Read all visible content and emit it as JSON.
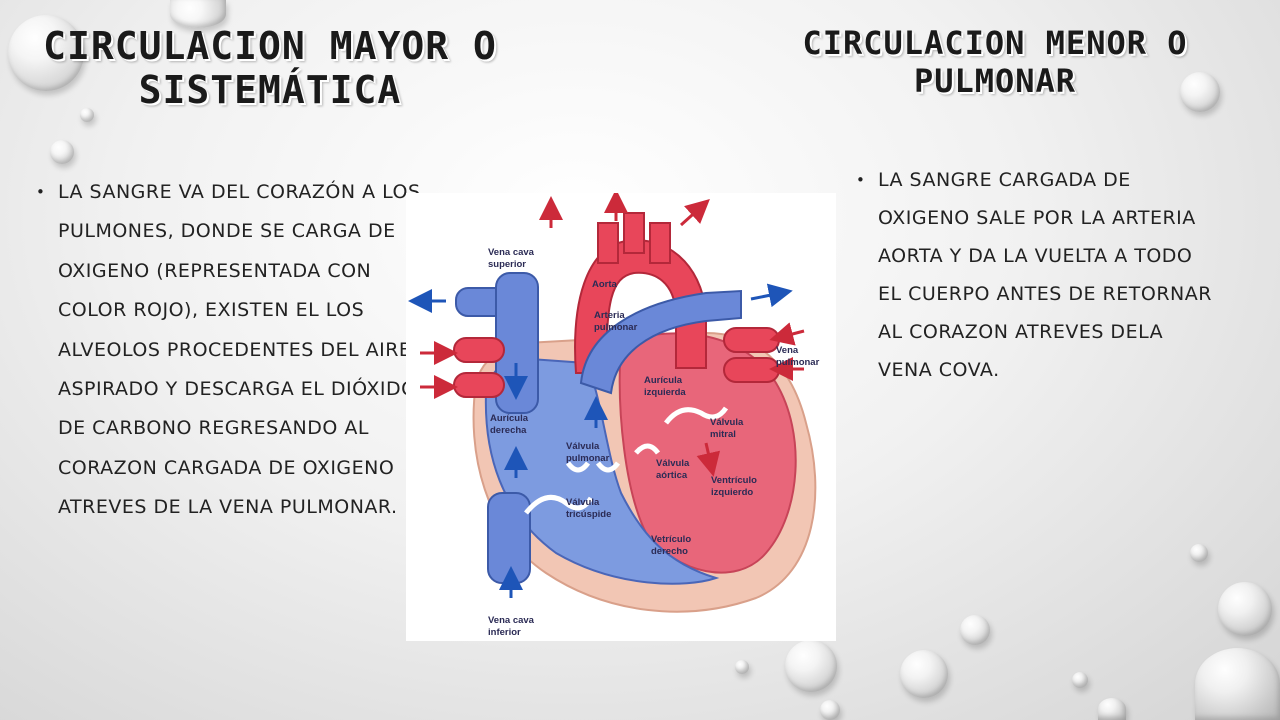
{
  "titles": {
    "left": "CIRCULACION MAYOR O SISTEMÁTICA",
    "right": "CIRCULACION MENOR O PULMONAR"
  },
  "bullets": {
    "left": "LA SANGRE VA DEL CORAZÓN A LOS PULMONES, DONDE SE CARGA DE OXIGENO (REPRESENTADA CON COLOR ROJO), EXISTEN EL LOS ALVEOLOS PROCEDENTES DEL AIRE ASPIRADO Y DESCARGA EL DIÓXIDO DE CARBONO REGRESANDO AL CORAZON CARGADA DE OXIGENO ATREVES DE LA VENA PULMONAR.",
    "right": "LA SANGRE CARGADA DE OXIGENO SALE POR LA ARTERIA AORTA Y DA LA VUELTA A TODO EL CUERPO ANTES DE RETORNAR AL CORAZON ATREVES DELA VENA COVA."
  },
  "heart_labels": {
    "vena_cava_superior_1": "Vena cava",
    "vena_cava_superior_2": "superior",
    "aorta": "Aorta",
    "arteria_pulmonar_1": "Arteria",
    "arteria_pulmonar_2": "pulmonar",
    "vena_pulmonar_1": "Vena",
    "vena_pulmonar_2": "pulmonar",
    "auricula_izquierda_1": "Aurícula",
    "auricula_izquierda_2": "izquierda",
    "auricula_derecha_1": "Aurícula",
    "auricula_derecha_2": "derecha",
    "valvula_pulmonar_1": "Válvula",
    "valvula_pulmonar_2": "pulmonar",
    "valvula_mitral_1": "Válvula",
    "valvula_mitral_2": "mitral",
    "valvula_aortica_1": "Válvula",
    "valvula_aortica_2": "aórtica",
    "ventriculo_izquierdo_1": "Ventrículo",
    "ventriculo_izquierdo_2": "izquierdo",
    "valvula_tricuspide_1": "Válvula",
    "valvula_tricuspide_2": "tricúspide",
    "ventriculo_derecho_1": "Vetrículo",
    "ventriculo_derecho_2": "derecho",
    "vena_cava_inferior_1": "Vena cava",
    "vena_cava_inferior_2": "inferior"
  },
  "colors": {
    "oxygenated": "#e0394e",
    "deoxygenated": "#5b7fd6",
    "heart_wall": "#f2c6b4",
    "arrow_blue": "#1e55b8",
    "arrow_red": "#cc2a3a"
  }
}
